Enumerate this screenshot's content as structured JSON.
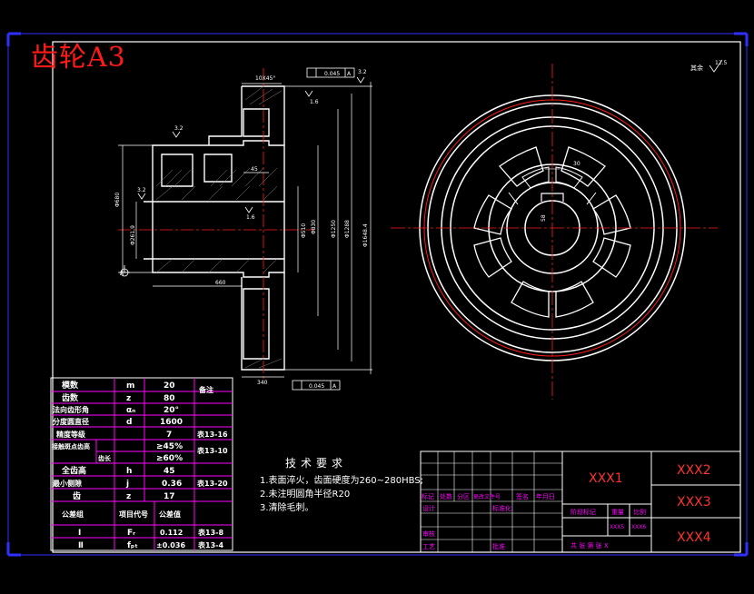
{
  "title": "齿轮A3",
  "roughness_note": {
    "label": "其余",
    "value": "12.5"
  },
  "technical_requirements": {
    "heading": "技术要求",
    "items": [
      "1.表面淬火，齿面硬度为260~280HBS;",
      "2.未注明圆角半径R20",
      "3.清除毛刺。"
    ]
  },
  "dimensions": {
    "chamfer": "10X45°",
    "tol1": "0.045",
    "datum": "A",
    "rough1": "3.2",
    "rough2": "3.2",
    "rough3": "3.2",
    "rough4": "1.6",
    "rough5": "1.6",
    "d45": "45",
    "d680": "Φ680",
    "d2619": "Φ261.9",
    "d510": "Φ510",
    "d830": "Φ830",
    "d1250": "Φ1250",
    "d1288": "Φ1288",
    "d1648": "Φ1648.4",
    "d660": "660",
    "d340": "340",
    "tol2": "0.045",
    "d30": "30",
    "d58": "58"
  },
  "param_table": {
    "rows": [
      {
        "name": "模数",
        "sym": "m",
        "val": "20"
      },
      {
        "name": "齿数",
        "sym": "z",
        "val": "80"
      },
      {
        "name": "法向齿形角",
        "sym": "αₙ",
        "val": "20°"
      },
      {
        "name": "分度圆直径",
        "sym": "d",
        "val": "1600"
      },
      {
        "name": "精度等级",
        "sym": "",
        "val": "7"
      },
      {
        "name": "接触斑点齿高",
        "sym": "",
        "val": "≥45%"
      },
      {
        "name": "齿长",
        "sym": "",
        "val": "≥60%"
      },
      {
        "name": "全齿高",
        "sym": "h",
        "val": "45"
      },
      {
        "name": "最小侧隙",
        "sym": "j",
        "val": "0.36"
      },
      {
        "name": "齿",
        "sym": "z",
        "val": "17"
      }
    ],
    "remark_header": "备注",
    "remarks": [
      "表13-16",
      "表13-10",
      "表13-20"
    ],
    "sub_header": {
      "group": "公差组",
      "item": "项目代号",
      "value": "公差值"
    },
    "sub_rows": [
      {
        "group": "Ⅰ",
        "item": "Fᵣ",
        "value": "0.112",
        "ref": "表13-8"
      },
      {
        "group": "Ⅱ",
        "item": "fₚₜ",
        "value": "±0.036",
        "ref": "表13-4"
      }
    ]
  },
  "title_block": {
    "name_cell": "XXX1",
    "cells": [
      "XXX2",
      "XXX3",
      "XXX4"
    ],
    "rev_headers": [
      "标记",
      "处数",
      "分区",
      "更改文件号",
      "签名",
      "年月日"
    ],
    "design": "设计",
    "standard": "标准化",
    "stage": "阶段标记",
    "weight": "重量",
    "scale": "比例",
    "scale_val1": "XXX5",
    "scale_val2": "XXX6",
    "review": "审核",
    "process": "工艺",
    "approve": "批准",
    "sheets": "共  张  第  张  X"
  },
  "colors": {
    "line": "#ffffff",
    "accent": "#ff1a1a",
    "table": "#ff00ff",
    "frame": "#2f2fff"
  }
}
